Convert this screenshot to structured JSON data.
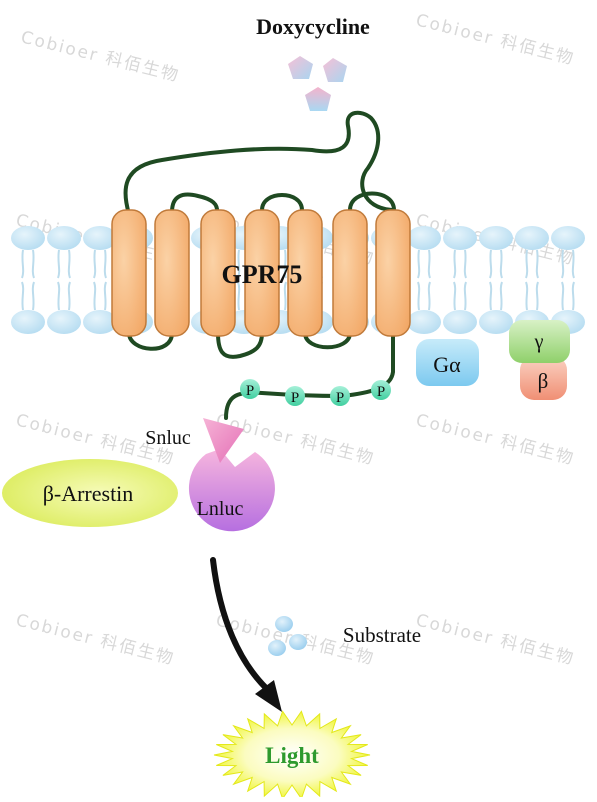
{
  "title": "Doxycycline",
  "receptor_label": "GPR75",
  "phospho_label": "P",
  "g_alpha_label": "Gα",
  "g_gamma_label": "γ",
  "g_beta_label": "β",
  "snluc_label": "Snluc",
  "lnluc_label": "Lnluc",
  "arrestin_label": "β-Arrestin",
  "substrate_label": "Substrate",
  "light_label": "Light",
  "watermark": "Cobioer 科佰生物",
  "colors": {
    "helix_fill": "#f5b075",
    "helix_stroke": "#c07a3a",
    "loop": "#1f4a22",
    "membrane": "#c3e3f4",
    "phospho": "#5fe0b0",
    "g_alpha": "#8fd3f2",
    "g_gamma": "#a8dc86",
    "g_beta": "#f4a68c",
    "arrestin": "#e6f27a",
    "lnluc": "#d880d6",
    "snluc": "#ee8fc8",
    "substrate": "#a7d6f2",
    "light_fill": "#f7f82a",
    "light_text": "#2e9a2e"
  }
}
